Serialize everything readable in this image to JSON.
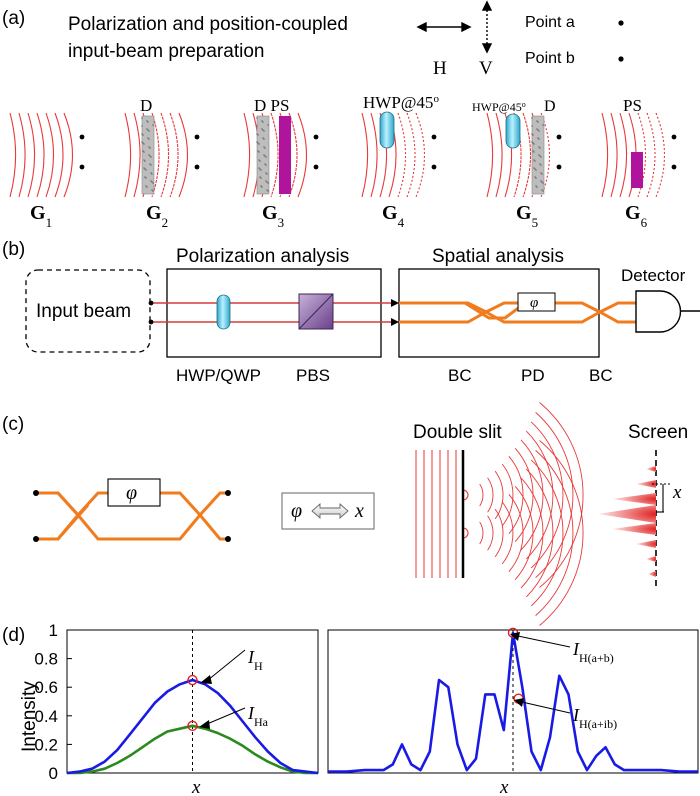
{
  "panel_labels": {
    "a": "(a)",
    "b": "(b)",
    "c": "(c)",
    "d": "(d)"
  },
  "panel_a": {
    "title_line1": "Polarization and position-coupled",
    "title_line2": "input-beam preparation",
    "legend_h": "H",
    "legend_v": "V",
    "point_a": "Point a",
    "point_b": "Point b",
    "groups": [
      {
        "letter": "G",
        "sub": "1",
        "label": ""
      },
      {
        "letter": "G",
        "sub": "2",
        "label": "D"
      },
      {
        "letter": "G",
        "sub": "3",
        "label": "D PS"
      },
      {
        "letter": "G",
        "sub": "4",
        "label": "HWP@45",
        "sup": "o"
      },
      {
        "letter": "G",
        "sub": "5",
        "label": "HWP@45",
        "sup": "o",
        "label2": "D"
      },
      {
        "letter": "G",
        "sub": "6",
        "label": "PS"
      }
    ]
  },
  "panel_b": {
    "input_beam": "Input beam",
    "polarization_analysis": "Polarization analysis",
    "spatial_analysis": "Spatial analysis",
    "detector": "Detector",
    "phase_symbol": "φ",
    "label_hwp_qwp": "HWP/QWP",
    "label_pbs": "PBS",
    "label_bc1": "BC",
    "label_pd": "PD",
    "label_bc2": "BC"
  },
  "panel_c": {
    "phase_symbol": "φ",
    "equiv_phi": "φ",
    "equiv_x": "x",
    "double_slit": "Double slit",
    "screen": "Screen",
    "screen_x": "x"
  },
  "colors": {
    "wave_red": "#e8393a",
    "beam_orange": "#f07c1e",
    "line_red": "#d63a3a",
    "curve_blue": "#1a1ae6",
    "curve_green": "#2a8a1e",
    "hwp_cyan": "#5bd3f0",
    "ps_magenta": "#b0149c",
    "marker_red": "#e02020"
  },
  "panel_d": {
    "y_axis_label": "Intensity",
    "left_x_label": "x",
    "right_x_label": "x",
    "label_IH": "H",
    "label_IHa": "Ha",
    "label_IHab": "H(a+b)",
    "label_IHaib": "H(a+ib)"
  },
  "chart_data": [
    {
      "type": "line",
      "title": "",
      "xlabel": "x",
      "ylabel": "Intensity",
      "ylim": [
        0,
        1
      ],
      "yticks": [
        "0",
        "0.2",
        "0.4",
        "0.6",
        "0.8",
        "1"
      ],
      "x": [
        -1.0,
        -0.9,
        -0.8,
        -0.7,
        -0.6,
        -0.5,
        -0.4,
        -0.3,
        -0.2,
        -0.1,
        0.0,
        0.1,
        0.2,
        0.3,
        0.4,
        0.5,
        0.6,
        0.7,
        0.8,
        0.9,
        1.0
      ],
      "series": [
        {
          "name": "I_H",
          "values": [
            0.0,
            0.01,
            0.03,
            0.08,
            0.16,
            0.27,
            0.38,
            0.49,
            0.57,
            0.62,
            0.65,
            0.62,
            0.56,
            0.47,
            0.36,
            0.25,
            0.15,
            0.07,
            0.02,
            0.01,
            0.0
          ]
        },
        {
          "name": "I_Ha",
          "values": [
            0.0,
            0.0,
            0.01,
            0.03,
            0.07,
            0.12,
            0.18,
            0.24,
            0.29,
            0.31,
            0.33,
            0.31,
            0.28,
            0.24,
            0.19,
            0.13,
            0.08,
            0.04,
            0.01,
            0.0,
            0.0
          ]
        }
      ]
    },
    {
      "type": "line",
      "title": "",
      "xlabel": "x",
      "ylabel": "",
      "ylim": [
        0,
        1
      ],
      "x": [
        -1.0,
        -0.9,
        -0.8,
        -0.7,
        -0.65,
        -0.6,
        -0.55,
        -0.5,
        -0.45,
        -0.4,
        -0.35,
        -0.3,
        -0.25,
        -0.2,
        -0.15,
        -0.1,
        -0.05,
        0.0,
        0.05,
        0.1,
        0.15,
        0.2,
        0.25,
        0.3,
        0.35,
        0.4,
        0.45,
        0.5,
        0.55,
        0.6,
        0.7,
        0.8,
        0.9,
        1.0
      ],
      "series": [
        {
          "name": "I_H(a+b)",
          "values": [
            0.01,
            0.01,
            0.02,
            0.02,
            0.06,
            0.2,
            0.06,
            0.02,
            0.15,
            0.65,
            0.6,
            0.2,
            0.02,
            0.1,
            0.55,
            0.55,
            0.3,
            0.98,
            0.6,
            0.15,
            0.02,
            0.25,
            0.68,
            0.55,
            0.15,
            0.02,
            0.12,
            0.18,
            0.06,
            0.02,
            0.02,
            0.02,
            0.01,
            0.01
          ]
        }
      ],
      "markers": [
        {
          "x": 0.0,
          "y": 0.98,
          "label": "I_H(a+b)"
        },
        {
          "x": 0.03,
          "y": 0.52,
          "label": "I_H(a+ib)"
        }
      ]
    }
  ]
}
